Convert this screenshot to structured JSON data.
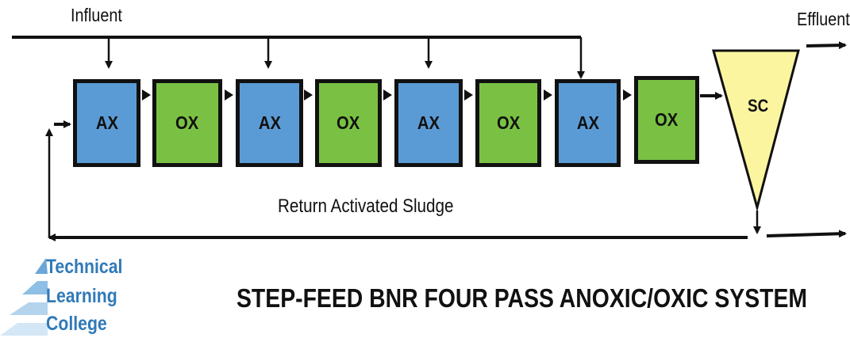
{
  "labels": {
    "influent": "Influent",
    "effluent": "Effluent",
    "ras": "Return Activated Sludge"
  },
  "tanks": [
    {
      "label": "AX",
      "kind": "ax"
    },
    {
      "label": "OX",
      "kind": "ox"
    },
    {
      "label": "AX",
      "kind": "ax"
    },
    {
      "label": "OX",
      "kind": "ox"
    },
    {
      "label": "AX",
      "kind": "ax"
    },
    {
      "label": "OX",
      "kind": "ox"
    },
    {
      "label": "AX",
      "kind": "ax"
    },
    {
      "label": "OX",
      "kind": "ox"
    }
  ],
  "clarifier": {
    "label": "SC"
  },
  "title": "STEP-FEED BNR FOUR PASS ANOXIC/OXIC SYSTEM",
  "logo": {
    "lines": [
      "Technical",
      "Learning",
      "College"
    ]
  },
  "colors": {
    "ax": "#5b9bd5",
    "ox": "#7ac143",
    "clarifier": "#fbf5a0",
    "logo": "#2f7ab8"
  }
}
